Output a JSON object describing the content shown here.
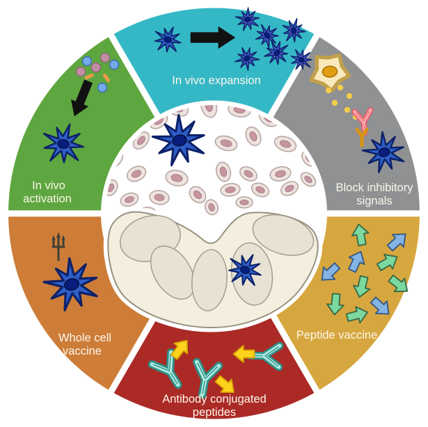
{
  "wheel": {
    "label_color": "#fcf6ea",
    "segments": [
      {
        "id": "in-vivo-expansion",
        "color": "#35b8c6",
        "lines": [
          "In vivo expansion"
        ]
      },
      {
        "id": "block-inhibitory-signals",
        "color": "#8f9193",
        "lines": [
          "Block inhibitory",
          "signals"
        ]
      },
      {
        "id": "peptide-vaccine",
        "color": "#d7a73f",
        "lines": [
          "Peptide vaccine"
        ]
      },
      {
        "id": "antibody-conjugated-peptides",
        "color": "#ab2a26",
        "lines": [
          "Antibody conjugated",
          "peptides"
        ]
      },
      {
        "id": "whole-cell-vaccine",
        "color": "#cd7d38",
        "lines": [
          "Whole cell",
          "vaccine"
        ]
      },
      {
        "id": "in-vivo-activation",
        "color": "#5ea63f",
        "lines": [
          "In vivo",
          "activation"
        ]
      }
    ]
  },
  "icons": {
    "dendritic_cell": "dendritic-cell-icon",
    "expansion_arrow": "black-arrow-icon",
    "activation_arrow": "black-arrow-icon",
    "tumor_cell": "tumor-cell-icon",
    "inhibitory_dots": "secreted-signal-dots",
    "blocking_antibody": "antibody-icon",
    "dendritic_receptor": "receptor-y-icon",
    "peptides": "peptide-arrow-icons",
    "conjugated_antibodies": "antibody-with-peptide-icon",
    "whole_cell_receptor": "receptor-trident-icon",
    "adjuvant_particles": "adjuvant-dots",
    "center_top": "tumor-tissue-illustration",
    "center_bottom": "tumor-gland-illustration"
  },
  "palette": {
    "dendritic_cell": "#2e5ec7",
    "dendritic_outline": "#0d2168",
    "dendritic_nucleus": "#081d7c",
    "tumor_cell": "#fae9bb",
    "tumor_nucleus": "#e19d13",
    "antibody_cyan_fill": "#aeeae0",
    "antibody_cyan_outline": "#2f8e86",
    "antibody_pink_fill": "#ffb7bd",
    "antibody_pink_outline": "#e85d68",
    "peptide_green": "#7bd9a0",
    "peptide_blue": "#83b4e4",
    "peptide_arrow_yellow": "#ffd31d",
    "tissue_cell": "#eee3de",
    "tissue_nucleus": "#c795a0",
    "gland_fill": "#f4eedf",
    "gland_lobe": "#e7e2d4",
    "black_arrow": "#111111",
    "receptor_orange": "#d69417"
  }
}
